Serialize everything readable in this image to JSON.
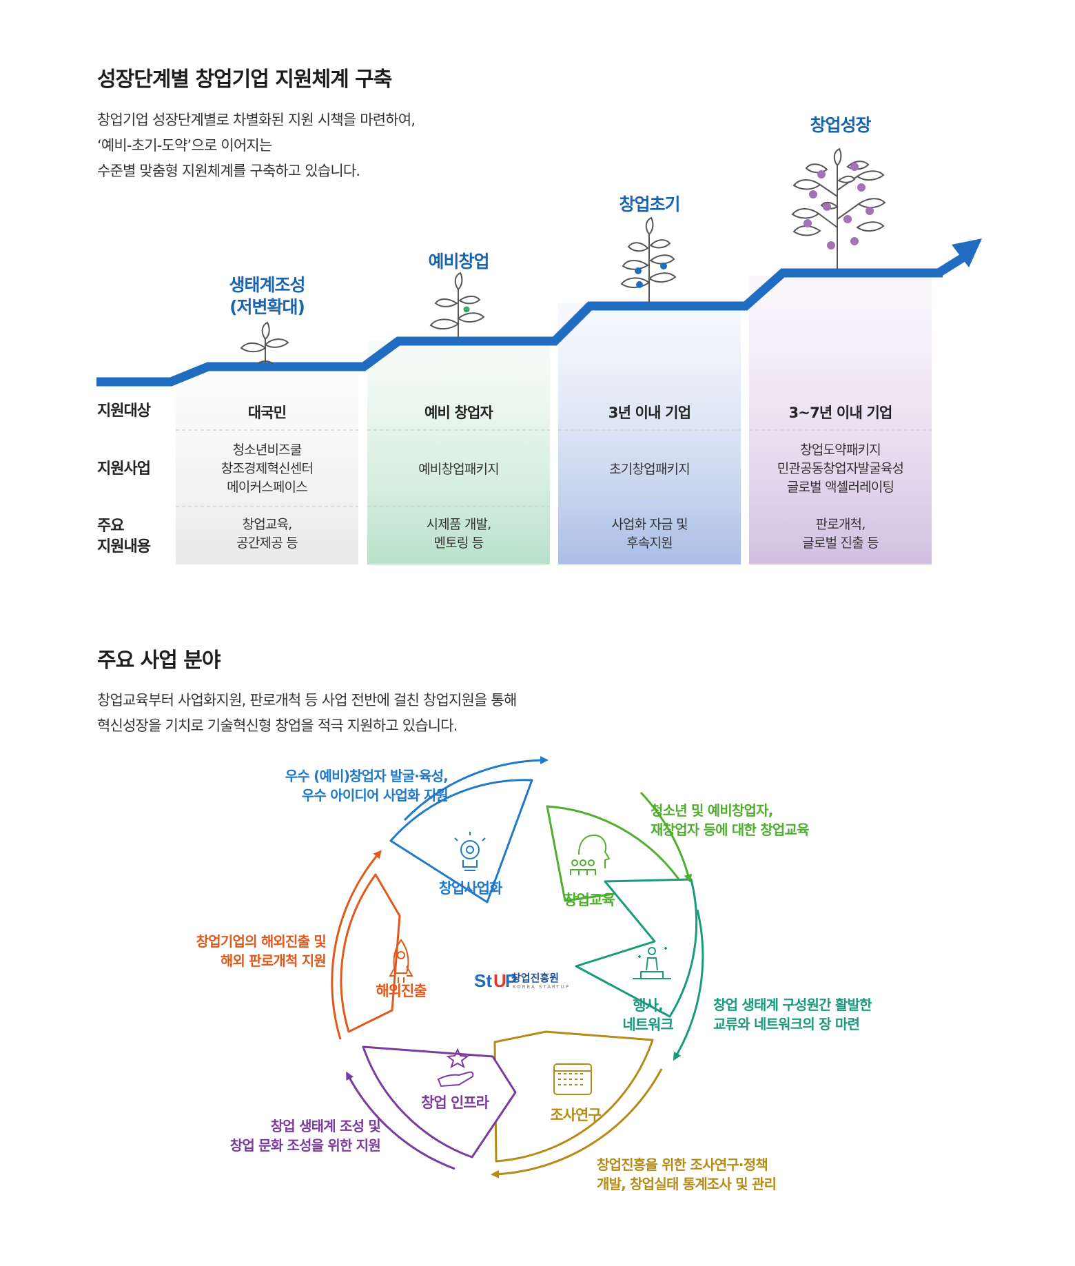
{
  "section1": {
    "title": "성장단계별 창업기업 지원체계 구축",
    "desc": [
      "창업기업 성장단계별로 차별화된 지원 시책을 마련하여,",
      "‘예비-초기-도약’으로 이어지는",
      "수준별 맞춤형 지원체계를 구축하고 있습니다."
    ]
  },
  "stages": [
    {
      "title": "생태계조성",
      "subtitle": "(저변확대)",
      "target": "대국민",
      "programs": [
        "청소년비즈쿨",
        "창조경제혁신센터",
        "메이커스페이스"
      ],
      "details": [
        "창업교육,",
        "공간제공 등"
      ]
    },
    {
      "title": "예비창업",
      "target": "예비 창업자",
      "programs": [
        "예비창업패키지"
      ],
      "details": [
        "시제품 개발,",
        "멘토링 등"
      ]
    },
    {
      "title": "창업초기",
      "target": "3년 이내 기업",
      "programs": [
        "초기창업패키지"
      ],
      "details": [
        "사업화 자금 및",
        "후속지원"
      ]
    },
    {
      "title": "창업성장",
      "target": "3~7년 이내 기업",
      "programs": [
        "창업도약패키지",
        "민관공동창업자발굴육성",
        "글로벌 액셀러레이팅"
      ],
      "details": [
        "판로개척,",
        "글로벌 진출 등"
      ]
    }
  ],
  "row_labels": {
    "target": "지원대상",
    "program": "지원사업",
    "detail_1": "주요",
    "detail_2": "지원내용"
  },
  "section2": {
    "title": "주요 사업 분야",
    "desc": [
      "창업교육부터 사업화지원, 판로개척 등 사업 전반에 걸친 창업지원을 통해",
      "혁신성장을 기치로 기술혁신형 창업을 적극 지원하고 있습니다."
    ]
  },
  "center_logo": {
    "mark": "StUP",
    "name": "창업진흥원",
    "sub": "KOREA STARTUP"
  },
  "fields": {
    "commercialization": {
      "label": "창업사업화",
      "color": "#1f78c8",
      "desc": [
        "우수 (예비)창업자 발굴·육성,",
        "우수 아이디어 사업화 지원"
      ]
    },
    "education": {
      "label": "창업교육",
      "color": "#4fae2f",
      "desc": [
        "청소년 및 예비창업자,",
        "재창업자 등에 대한 창업교육"
      ]
    },
    "network": {
      "label_1": "행사,",
      "label_2": "네트워크",
      "color": "#1a9a7c",
      "desc": [
        "창업 생태계 구성원간 활발한",
        "교류와 네트워크의 장 마련"
      ]
    },
    "research": {
      "label": "조사연구",
      "color": "#b58a16",
      "desc": [
        "창업진흥을 위한 조사연구·정책",
        "개발, 창업실태 통계조사 및 관리"
      ]
    },
    "infra": {
      "label": "창업 인프라",
      "color": "#7a3a9e",
      "desc": [
        "창업 생태계 조성 및",
        "창업 문화 조성을 위한 지원"
      ]
    },
    "overseas": {
      "label": "해외진출",
      "color": "#e0581b",
      "desc": [
        "창업기업의 해외진출 및",
        "해외 판로개척 지원"
      ]
    }
  },
  "colors": {
    "brand_blue": "#1f6cc0",
    "title_blue": "#1a63ad"
  }
}
